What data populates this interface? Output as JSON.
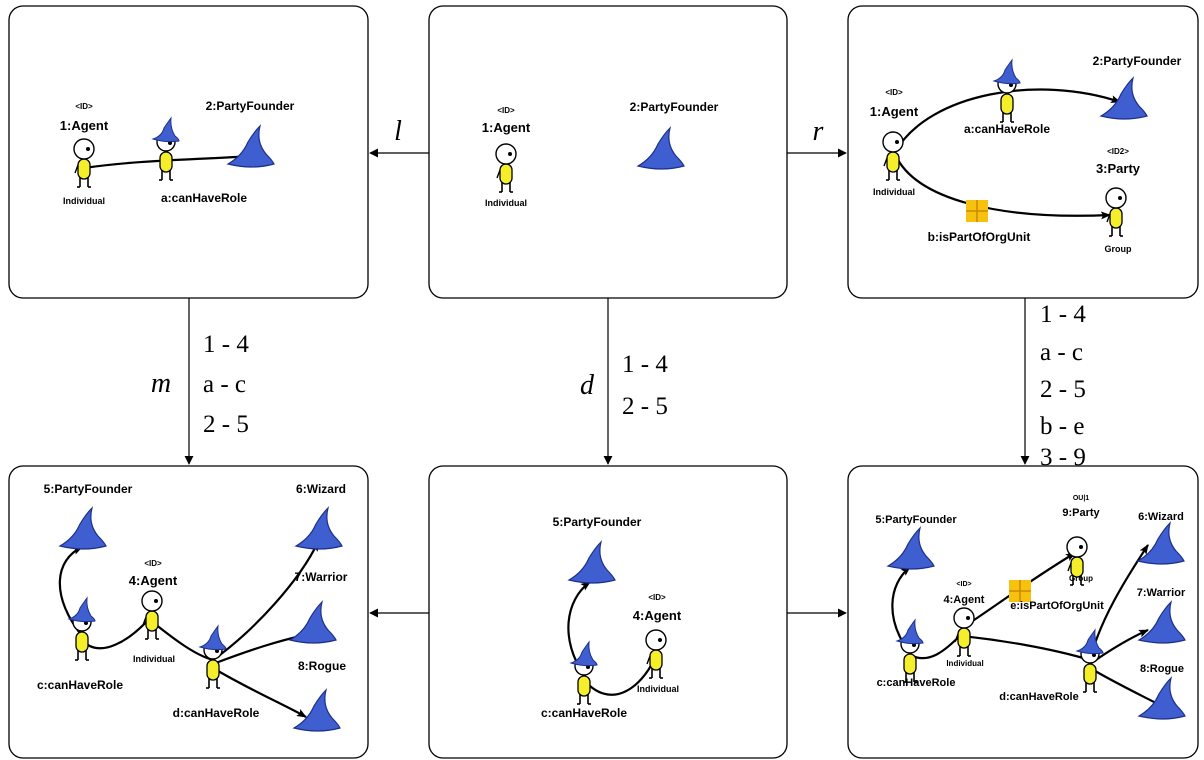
{
  "colors": {
    "hat": "#3f5fd0",
    "hat_stroke": "#1c2f8a",
    "body": "#f5ee2a",
    "unit": "#f7c20f",
    "unit_line": "#c98b00"
  },
  "morphisms": {
    "l": "l",
    "r": "r",
    "m": "m",
    "d": "d"
  },
  "mappings": {
    "m": [
      "1 - 4",
      "a - c",
      "2 - 5"
    ],
    "d": [
      "1 - 4",
      "2 - 5"
    ],
    "r": [
      "1 - 4",
      "a - c",
      "2 - 5",
      "b - e",
      "3 - 9"
    ]
  },
  "graphs": {
    "L": {
      "agent_tag": "<ID>",
      "agent": "1:Agent",
      "agent_type": "Individual",
      "role_link": "a:canHaveRole",
      "role": "2:PartyFounder"
    },
    "K": {
      "agent_tag": "<ID>",
      "agent": "1:Agent",
      "agent_type": "Individual",
      "role": "2:PartyFounder"
    },
    "R": {
      "agent_tag": "<ID>",
      "agent": "1:Agent",
      "agent_type": "Individual",
      "role_link": "a:canHaveRole",
      "role": "2:PartyFounder",
      "unit_tag": "<ID2>",
      "unit": "3:Party",
      "unit_type": "Group",
      "unit_link": "b:isPartOfOrgUnit"
    },
    "G": {
      "role": "5:PartyFounder",
      "agent_tag": "<ID>",
      "agent": "4:Agent",
      "agent_type": "Individual",
      "role_link_c": "c:canHaveRole",
      "role_link_d": "d:canHaveRole",
      "wizard": "6:Wizard",
      "warrior": "7:Warrior",
      "rogue": "8:Rogue"
    },
    "D": {
      "role": "5:PartyFounder",
      "agent_tag": "<ID>",
      "agent": "4:Agent",
      "agent_type": "Individual",
      "role_link_c": "c:canHaveRole"
    },
    "H": {
      "role": "5:PartyFounder",
      "unit_tag": "OU|1",
      "unit": "9:Party",
      "unit_type": "Group",
      "agent_tag": "<ID>",
      "agent": "4:Agent",
      "agent_type": "Individual",
      "unit_link": "e:isPartOfOrgUnit",
      "role_link_c": "c:canHaveRole",
      "role_link_d": "d:canHaveRole",
      "wizard": "6:Wizard",
      "warrior": "7:Warrior",
      "rogue": "8:Rogue"
    }
  }
}
